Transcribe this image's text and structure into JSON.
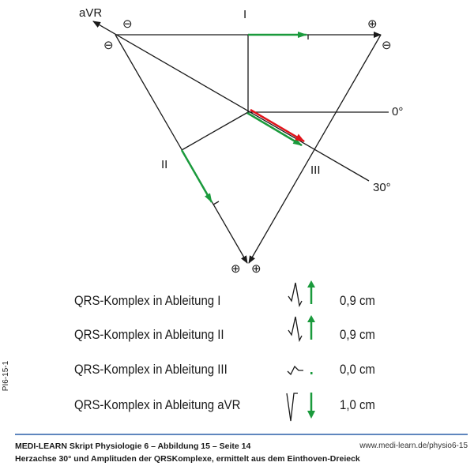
{
  "diagram": {
    "title_lead_I": "I",
    "label_lead_II": "II",
    "label_lead_III": "III",
    "label_aVR": "aVR",
    "angle_0": "0°",
    "angle_30": "30°",
    "minus_symbol": "⊖",
    "plus_symbol": "⊕",
    "colors": {
      "projection": "#1a9a3c",
      "axis": "#e0141b",
      "line": "#1a1a1a",
      "rule": "#2a5ea8"
    }
  },
  "rows": [
    {
      "label": "QRS-Komplex in Ableitung I",
      "value": "0,9 cm",
      "direction": "up"
    },
    {
      "label": "QRS-Komplex in Ableitung II",
      "value": "0,9 cm",
      "direction": "up"
    },
    {
      "label": "QRS-Komplex in Ableitung III",
      "value": "0,0 cm",
      "direction": "none"
    },
    {
      "label": "QRS-Komplex in Ableitung aVR",
      "value": "1,0 cm",
      "direction": "down"
    }
  ],
  "side_code": "PI6-15-1",
  "footer": {
    "source": "MEDI-LEARN Skript Physiologie 6 – Abbildung 15 – Seite 14",
    "url": "www.medi-learn.de/physio6-15",
    "caption": "Herzachse 30° und Amplituden der QRSKomplexe, ermittelt aus dem Einthoven-Dreieck"
  }
}
